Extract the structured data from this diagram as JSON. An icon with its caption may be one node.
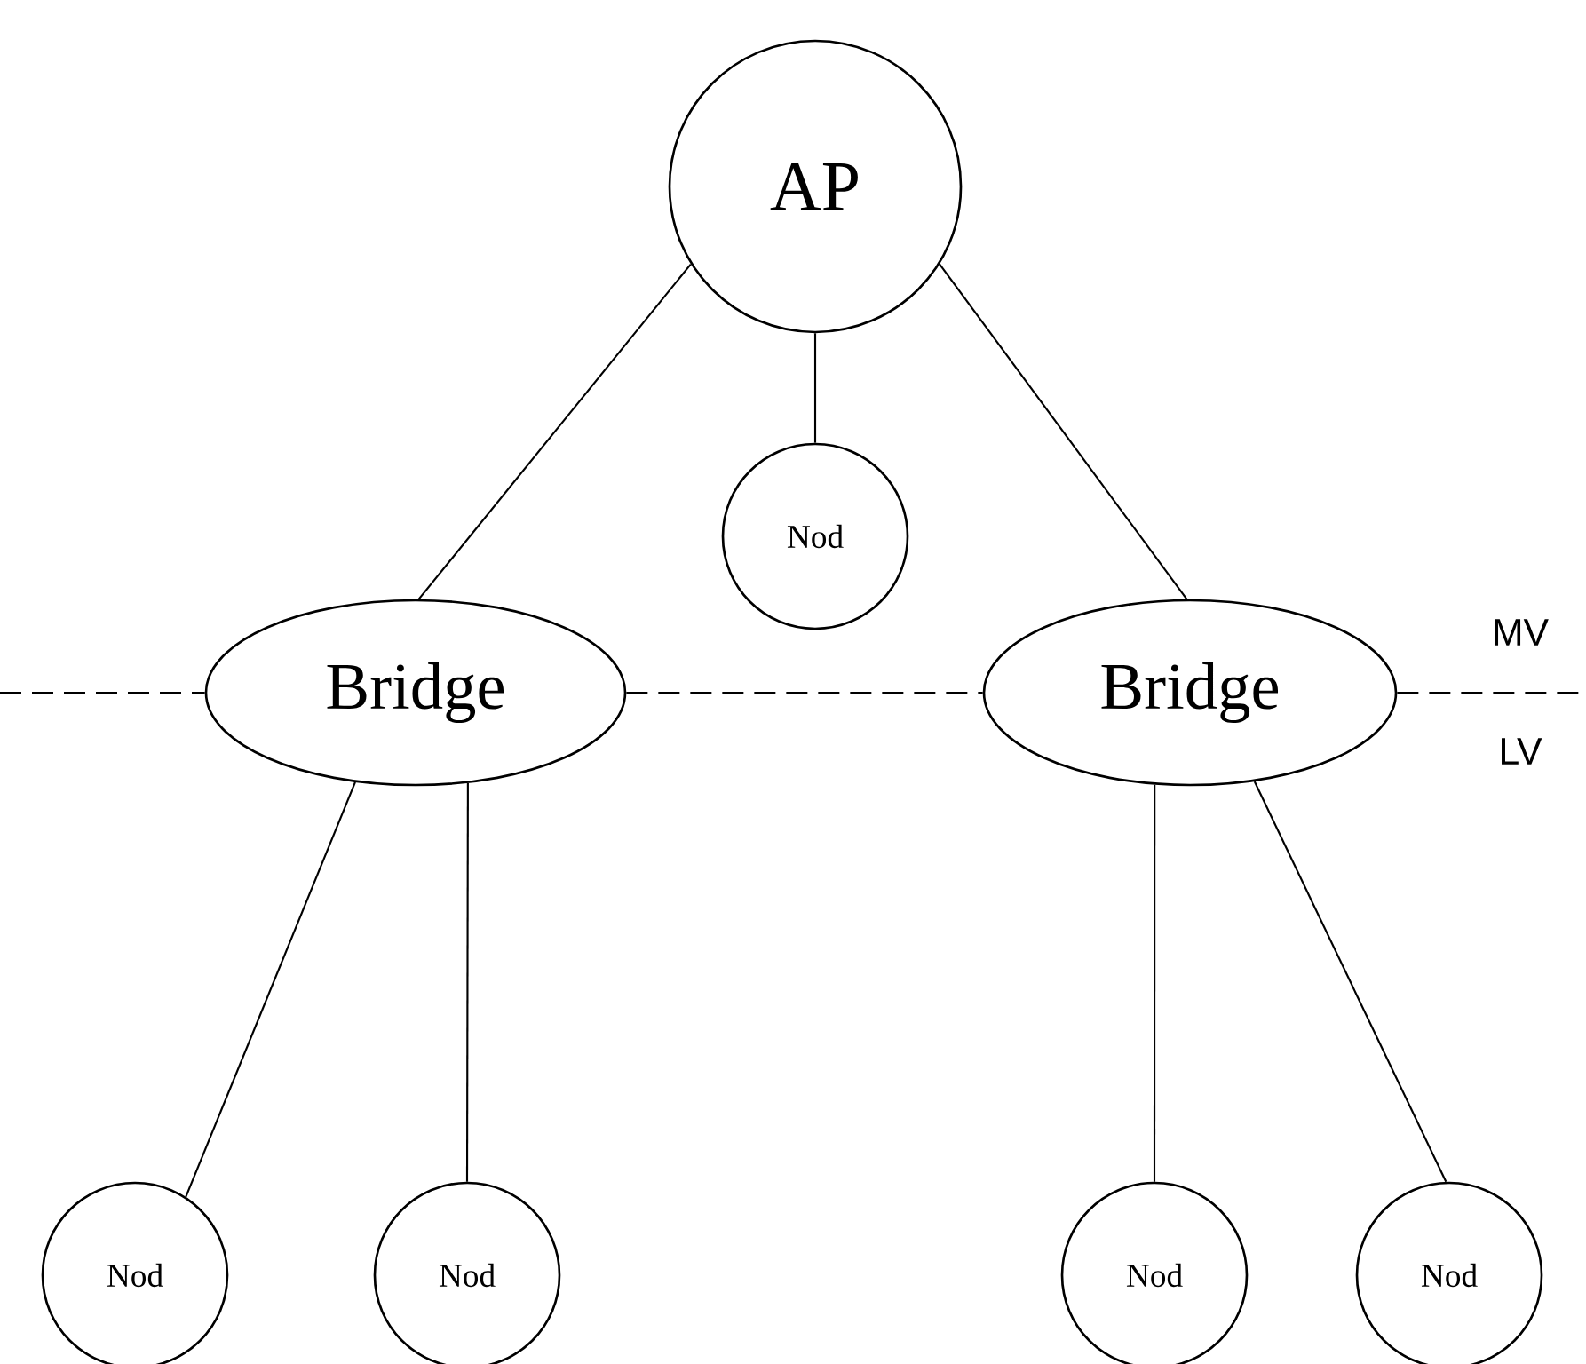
{
  "diagram": {
    "nodes": [
      {
        "text": [
          "AP"
        ]
      },
      {
        "text": [
          "Nod"
        ]
      },
      {
        "text": [
          "Bridge"
        ]
      },
      {
        "text": [
          "Bridge"
        ]
      },
      {
        "text": [
          "Nod"
        ]
      },
      {
        "text": [
          "Nod"
        ]
      },
      {
        "text": [
          "Nod"
        ]
      },
      {
        "text": [
          "Nod"
        ]
      }
    ],
    "edges": [
      {
        "from": 0,
        "to": 2,
        "arrow": "none"
      },
      {
        "from": 0,
        "to": 1,
        "arrow": "none"
      },
      {
        "from": 0,
        "to": 3,
        "arrow": "none"
      },
      {
        "from": null,
        "to": 2,
        "arrow": "none",
        "style": "dashed"
      },
      {
        "from": 2,
        "to": 3,
        "arrow": "none",
        "style": "dashed"
      },
      {
        "from": 3,
        "to": null,
        "arrow": "none",
        "style": "dashed"
      },
      {
        "from": 2,
        "to": 4,
        "arrow": "none"
      },
      {
        "from": 2,
        "to": 5,
        "arrow": "none"
      },
      {
        "from": 3,
        "to": 6,
        "arrow": "none"
      },
      {
        "from": 3,
        "to": 7,
        "arrow": "none"
      }
    ],
    "labels": [
      "MV",
      "LV"
    ]
  }
}
